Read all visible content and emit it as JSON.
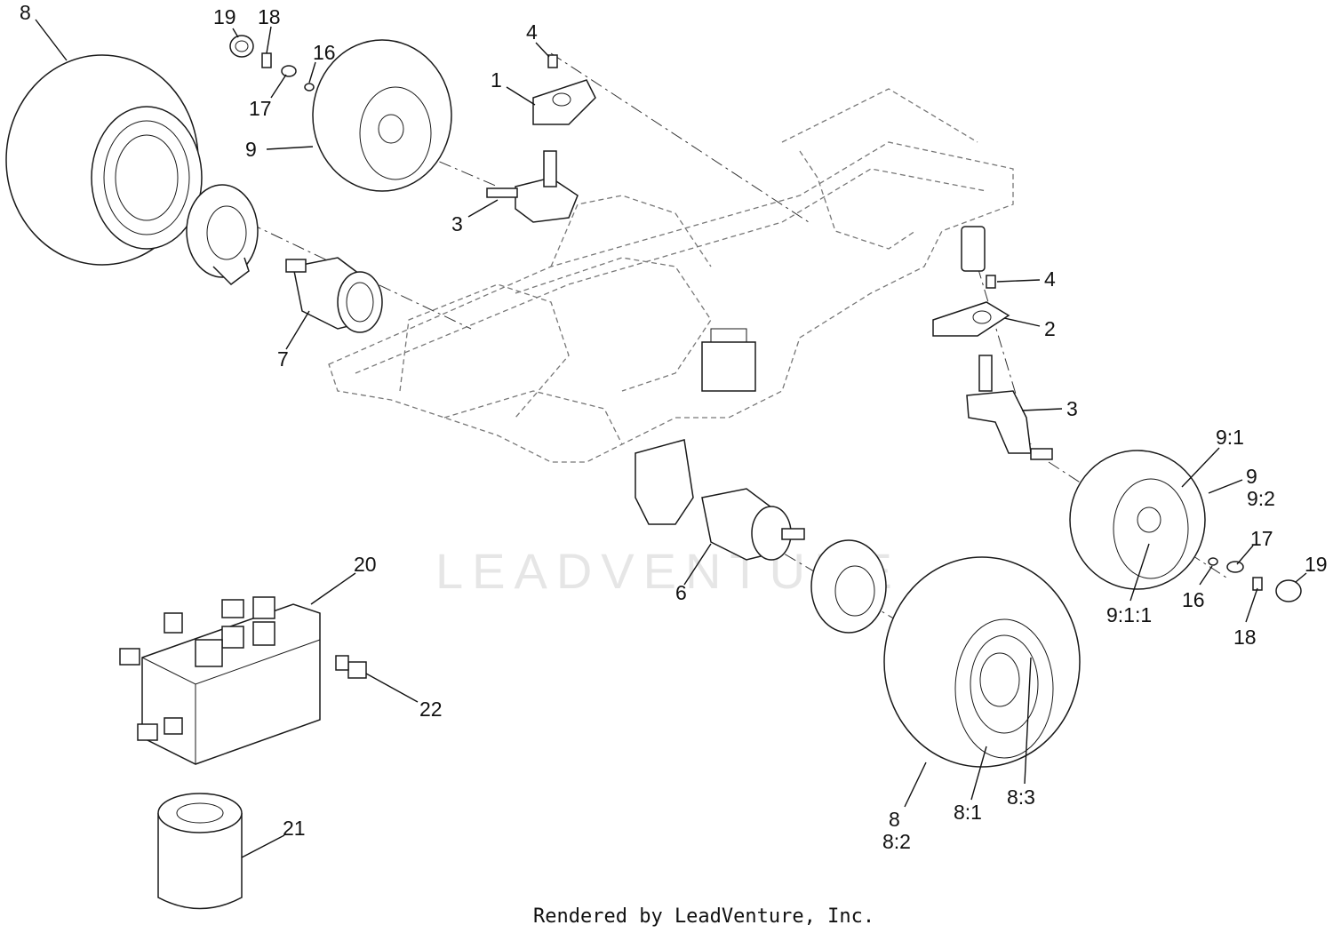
{
  "footer_text": "Rendered by LeadVenture, Inc.",
  "watermark": "LEADVENTURE",
  "callouts": [
    {
      "id": "c-8-rear-left",
      "text": "8"
    },
    {
      "id": "c-19-top",
      "text": "19"
    },
    {
      "id": "c-18-top",
      "text": "18"
    },
    {
      "id": "c-16-top",
      "text": "16"
    },
    {
      "id": "c-17-top",
      "text": "17"
    },
    {
      "id": "c-9-top",
      "text": "9"
    },
    {
      "id": "c-4-top",
      "text": "4"
    },
    {
      "id": "c-1",
      "text": "1"
    },
    {
      "id": "c-3-top",
      "text": "3"
    },
    {
      "id": "c-7",
      "text": "7"
    },
    {
      "id": "c-4-right",
      "text": "4"
    },
    {
      "id": "c-2",
      "text": "2"
    },
    {
      "id": "c-3-right",
      "text": "3"
    },
    {
      "id": "c-9-1",
      "text": "9:1"
    },
    {
      "id": "c-9-right",
      "text": "9"
    },
    {
      "id": "c-9-2",
      "text": "9:2"
    },
    {
      "id": "c-17-right",
      "text": "17"
    },
    {
      "id": "c-19-right",
      "text": "19"
    },
    {
      "id": "c-16-right",
      "text": "16"
    },
    {
      "id": "c-9-1-1",
      "text": "9:1:1"
    },
    {
      "id": "c-18-right",
      "text": "18"
    },
    {
      "id": "c-20",
      "text": "20"
    },
    {
      "id": "c-6",
      "text": "6"
    },
    {
      "id": "c-22",
      "text": "22"
    },
    {
      "id": "c-21",
      "text": "21"
    },
    {
      "id": "c-8-front",
      "text": "8"
    },
    {
      "id": "c-8-2",
      "text": "8:2"
    },
    {
      "id": "c-8-1",
      "text": "8:1"
    },
    {
      "id": "c-8-3",
      "text": "8:3"
    }
  ]
}
